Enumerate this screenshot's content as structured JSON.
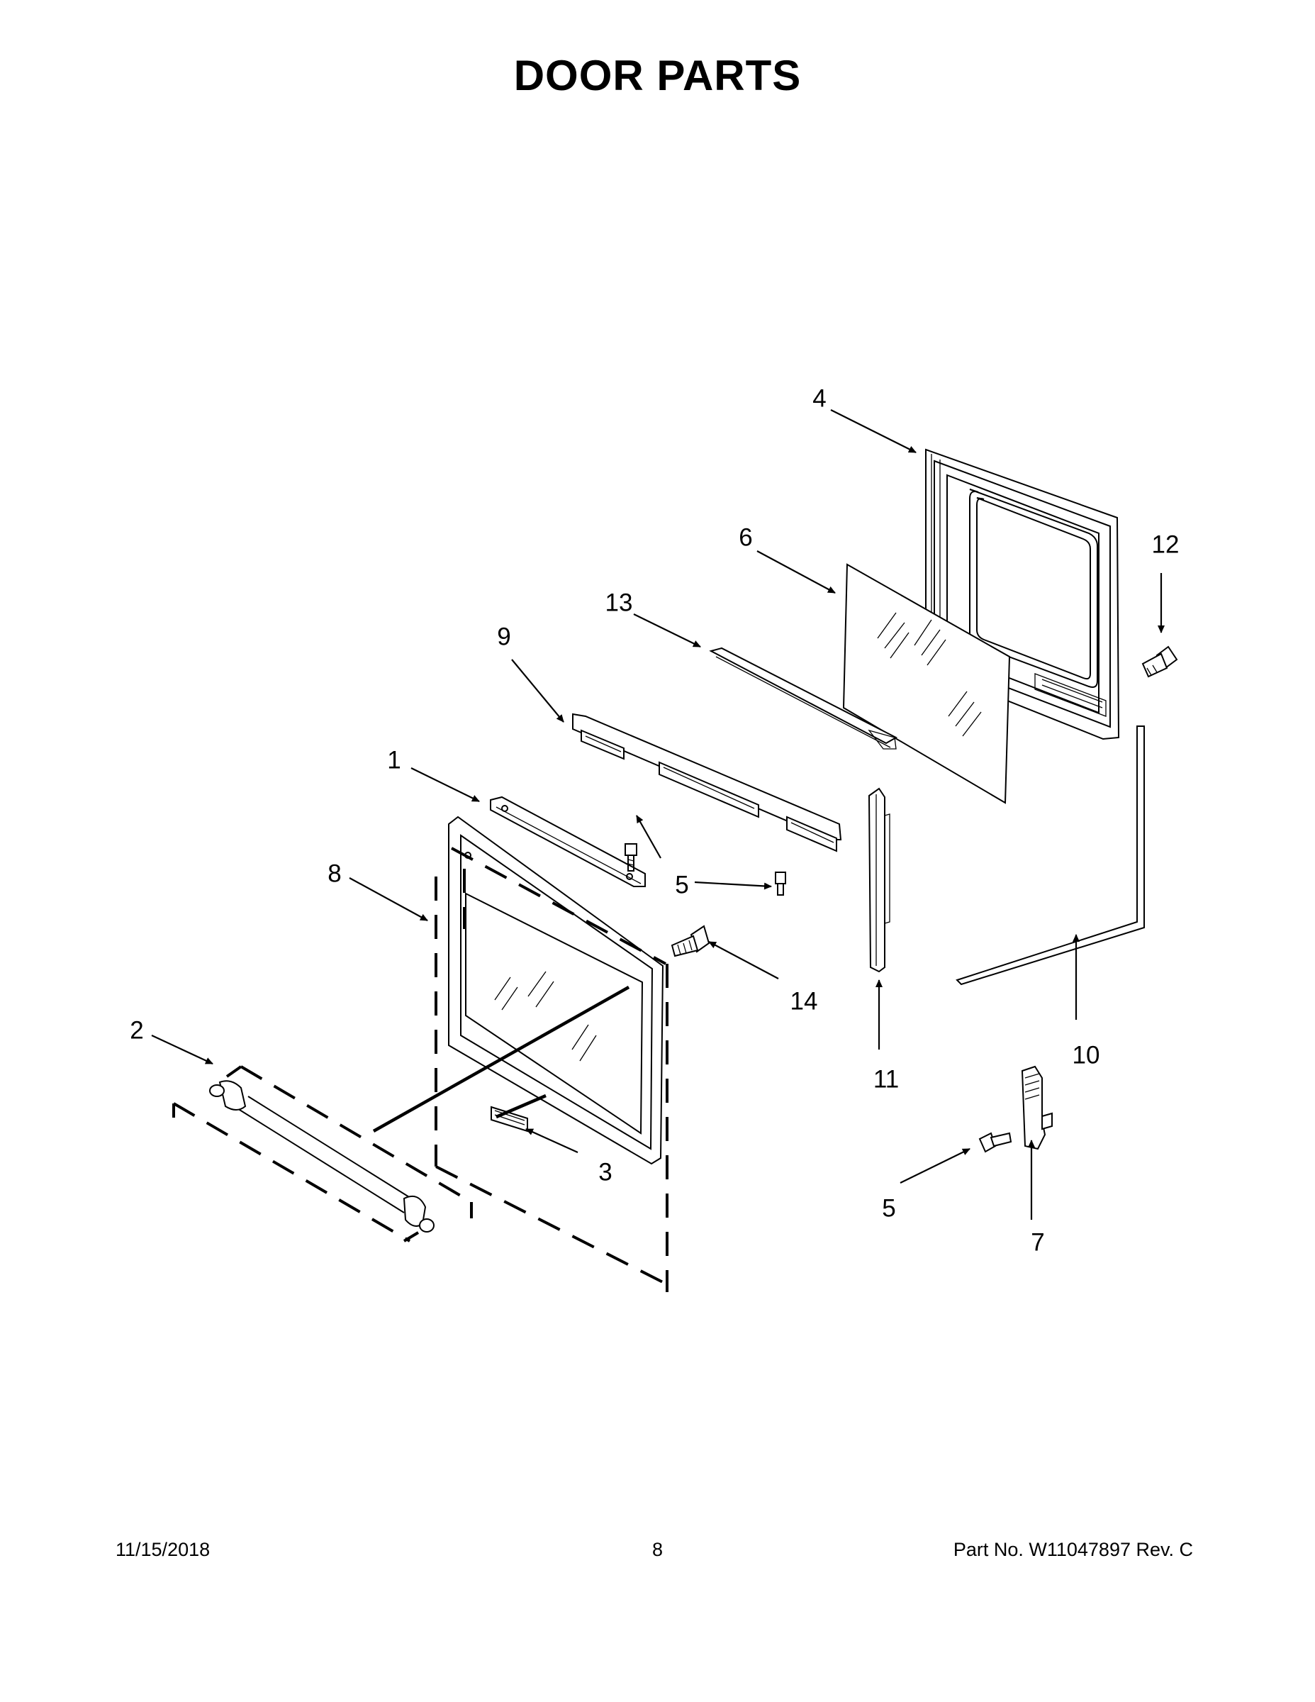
{
  "title": "DOOR PARTS",
  "callouts": {
    "c1": "1",
    "c2": "2",
    "c3": "3",
    "c4": "4",
    "c5a": "5",
    "c5b": "5",
    "c6": "6",
    "c7": "7",
    "c8": "8",
    "c9": "9",
    "c10": "10",
    "c11": "11",
    "c12": "12",
    "c13": "13",
    "c14": "14"
  },
  "footer": {
    "date": "11/15/2018",
    "page": "8",
    "part_no": "Part No.  W11047897  Rev.  C"
  }
}
